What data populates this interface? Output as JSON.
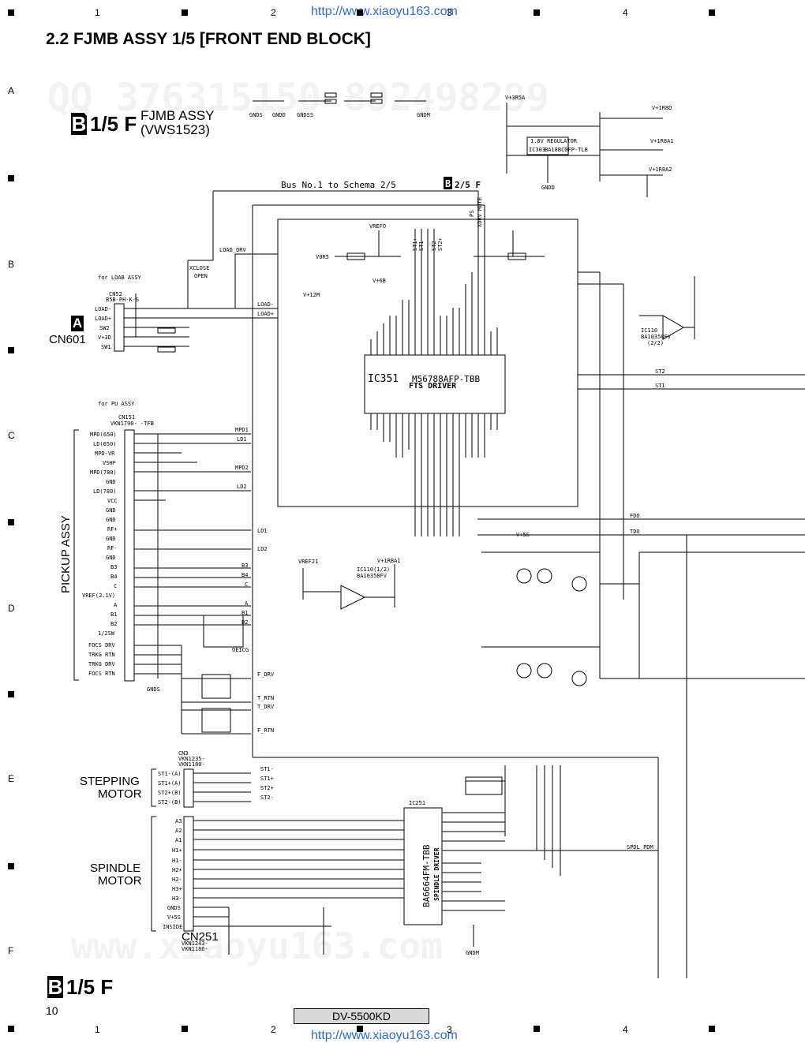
{
  "header": {
    "title": "2.2 FJMB ASSY 1/5 [FRONT END BLOCK]",
    "url_top": "http://www.xiaoyu163.com",
    "url_bottom": "http://www.xiaoyu163.com",
    "col_marks": [
      "1",
      "2",
      "3",
      "4"
    ],
    "row_marks": [
      "A",
      "B",
      "C",
      "D",
      "E",
      "F"
    ]
  },
  "assy": {
    "badge_letter": "B",
    "badge_text": "1/5 F",
    "name": "FJMB ASSY",
    "part": "(VWS1523)"
  },
  "bus_label": "Bus No.1 to Schema 2/5",
  "bus_badge_letter": "B",
  "bus_badge_text": "2/5 F",
  "connectors": {
    "cn601": {
      "letter": "A",
      "name": "CN601",
      "group": "for LOAB ASSY",
      "ref": "CN52",
      "part": "B5B-PH-K-S",
      "pins": [
        "LOAD-",
        "LOAD+",
        "SW2",
        "V+3D",
        "SW1"
      ]
    },
    "cn151": {
      "group": "for PU ASSY",
      "ref": "CN151",
      "part": "VKN1790- -TFB",
      "assy_label": "PICKUP ASSY",
      "pins": [
        "MPD(650)",
        "LD(650)",
        "MPD-VR",
        "VSHF",
        "MPD(780)",
        "GND",
        "LD(780)",
        "VCC",
        "GND",
        "GND",
        "RF+",
        "GND",
        "RF-",
        "GND",
        "B3",
        "B4",
        "C",
        "VREF(2.1V)",
        "A",
        "B1",
        "B2",
        "1/2SW",
        "FOCS DRV",
        "TRKG RTN",
        "TRKG DRV",
        "FOCS RTN"
      ]
    },
    "cn3": {
      "ref": "CN3",
      "part1": "VKN1235-",
      "part2": "VKN1180-",
      "label1": "STEPPING",
      "label2": "MOTOR",
      "pins": [
        "ST1-(A)",
        "ST1+(A)",
        "ST2+(B)",
        "ST2-(B)"
      ]
    },
    "cn251": {
      "ref": "CN251",
      "part1": "VKN1243-",
      "part2": "VKN1186-",
      "label1": "SPINDLE",
      "label2": "MOTOR",
      "pins": [
        "A3",
        "A2",
        "A1",
        "H1+",
        "H1-",
        "H2+",
        "H2-",
        "H3+",
        "H3-",
        "GNDS",
        "V+5S",
        "INSIDE"
      ]
    }
  },
  "ics": {
    "ic351": {
      "ref": "IC351",
      "part": "M56788AFP-TBB",
      "func": "FTS DRIVER"
    },
    "ic251": {
      "ref": "IC251",
      "part": "BA6664FM-TBB",
      "func": "SPINDLE DRIVER"
    },
    "ic303": {
      "ref": "IC303",
      "part": "BA18BC0FP-TLB",
      "func": "1.8V REGULATOR"
    },
    "ic110": {
      "ref": "IC110",
      "part": "BA10358FV",
      "sub": "(2/2)"
    },
    "ic110a": {
      "ref": "IC110(1/2)",
      "part": "BA10358FV"
    }
  },
  "nets": {
    "top": [
      "V+3R5A",
      "V+1R8D",
      "V+1R8A1",
      "V+1R8A2",
      "GNDD"
    ],
    "bus": [
      "PS",
      "XDRV MUTE",
      "ST1+",
      "ST1-",
      "ST2-",
      "ST2+"
    ],
    "left": [
      "LOAD_DRV",
      "XCLOSE",
      "OPEN",
      "LOAD-",
      "LOAD+",
      "MPD1",
      "LD1",
      "MPD2",
      "LD2",
      "LD1",
      "LD2",
      "B3",
      "B4",
      "C",
      "A",
      "B1",
      "B2",
      "OEICG",
      "F_DRV",
      "T_RTN",
      "T_DRV",
      "F_RTN",
      "ST1-",
      "ST1+",
      "ST2+",
      "ST2-"
    ],
    "right": [
      "ST2",
      "ST1",
      "FDO",
      "TDO",
      "SPDL_PDM",
      "VREFO",
      "V0R5",
      "V+6B",
      "V+12M",
      "V+5S",
      "VREF21",
      "V+1RBA1"
    ]
  },
  "gnd_labels": [
    "GNDS",
    "GNDD",
    "GNDSS",
    "GNDM",
    "GNDD",
    "GNDS"
  ],
  "footer": {
    "badge_letter": "B",
    "badge_text": "1/5 F",
    "page": "10",
    "model": "DV-5500KD"
  },
  "watermarks": {
    "qq": "QQ 376315150  892498299",
    "www": "www.xiaoyu163.com"
  }
}
